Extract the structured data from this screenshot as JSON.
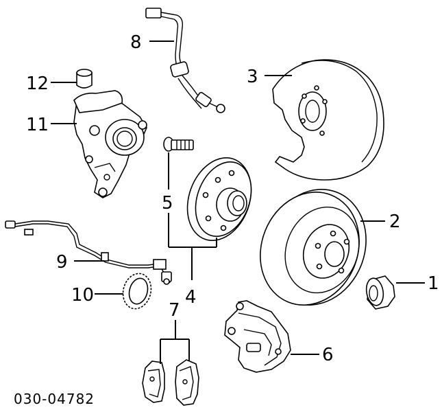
{
  "callouts": {
    "c1": "1",
    "c2": "2",
    "c3": "3",
    "c4": "4",
    "c5": "5",
    "c6": "6",
    "c7": "7",
    "c8": "8",
    "c9": "9",
    "c10": "10",
    "c11": "11",
    "c12": "12"
  },
  "diagram_code": "030-04782",
  "parts": [
    "bushing-icon",
    "brake-disc-icon",
    "dust-shield-icon",
    "hub-icon",
    "hub-bolt-icon",
    "brake-caliper-icon",
    "brake-pads-icon",
    "brake-hose-icon",
    "abs-sensor-wire-icon",
    "abs-tone-ring-icon",
    "steering-knuckle-icon",
    "knuckle-bushing-icon"
  ]
}
